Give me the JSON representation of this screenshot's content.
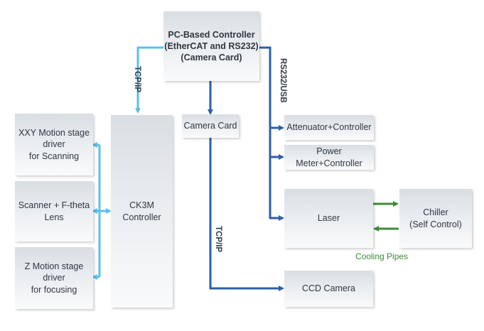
{
  "colors": {
    "tcp_ip_link": "#5bbfe8",
    "serial_link": "#2e5fa8",
    "cooling_link": "#3d8a3a",
    "box_text": "#303741",
    "cooling_label": "#3d8a3a"
  },
  "boxes": {
    "pc_controller": "PC-Based Controller\n(EtherCAT and RS232)\n(Camera Card)",
    "camera_card": "Camera Card",
    "attenuator": "Attenuator+Controller",
    "power_meter": "Power Meter+Controller",
    "laser": "Laser",
    "chiller": "Chiller\n(Self Control)",
    "ccd_camera": "CCD Camera",
    "ck3m": "CK3M\nController",
    "xxy_stage": "XXY Motion stage\ndriver\nfor Scanning",
    "scanner": "Scanner + F-theta\nLens",
    "z_stage": "Z Motion stage\ndriver\nfor focusing"
  },
  "labels": {
    "tcp_ip_top": "TCP/IP",
    "tcp_ip_camera": "TCP/IP",
    "rs232_usb": "RS232/USB",
    "cooling_pipes": "Cooling Pipes"
  }
}
